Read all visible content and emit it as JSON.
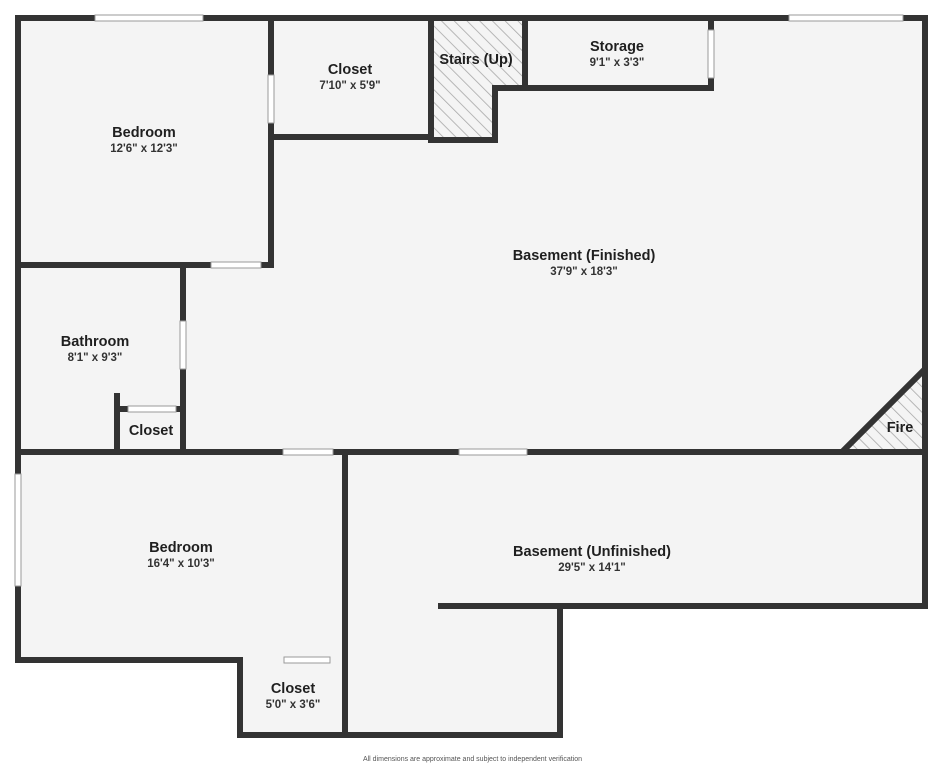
{
  "colors": {
    "wall": "#333333",
    "floor": "#f4f4f4",
    "opening": "#ffffff",
    "hatch": "#a8a8a8"
  },
  "rooms": [
    {
      "name": "Bedroom",
      "dims": "12'6\" x 12'3\""
    },
    {
      "name": "Closet",
      "dims": "7'10\" x 5'9\""
    },
    {
      "name": "Stairs (Up)",
      "dims": ""
    },
    {
      "name": "Storage",
      "dims": "9'1\" x 3'3\""
    },
    {
      "name": "Basement (Finished)",
      "dims": "37'9\" x 18'3\""
    },
    {
      "name": "Bathroom",
      "dims": "8'1\" x 9'3\""
    },
    {
      "name": "Closet",
      "dims": ""
    },
    {
      "name": "Fire",
      "dims": ""
    },
    {
      "name": "Bedroom",
      "dims": "16'4\" x 10'3\""
    },
    {
      "name": "Basement (Unfinished)",
      "dims": "29'5\" x 14'1\""
    },
    {
      "name": "Closet",
      "dims": "5'0\" x 3'6\""
    }
  ],
  "disclaimer": "All dimensions are approximate and subject to independent verification"
}
